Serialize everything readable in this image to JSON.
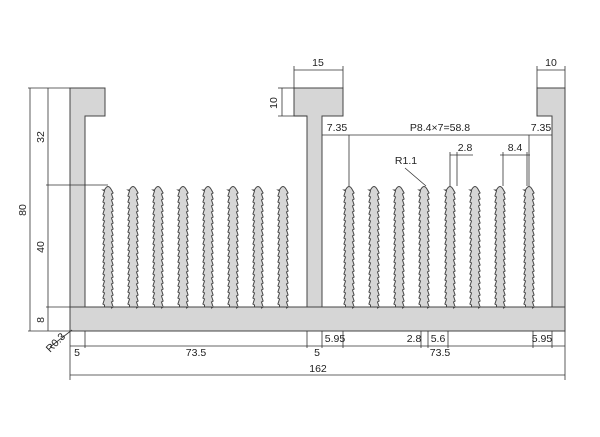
{
  "colors": {
    "profile_fill": "#d6d6d6",
    "profile_stroke": "#444444",
    "line": "#333333",
    "background": "#ffffff"
  },
  "dimensions": {
    "overall_width": "162",
    "left_bay_width": "73.5",
    "right_bay_width": "73.5",
    "left_wall": "5",
    "center_wall": "5",
    "height_total": "80",
    "height_upper": "32",
    "height_fin": "40",
    "base_thickness": "8",
    "center_cap_width": "15",
    "center_cap_height": "10",
    "right_cap_width": "10",
    "pitch_note": "P8.4×7=58.8",
    "left_offset": "7.35",
    "right_offset": "7.35",
    "fin_thickness_top": "2.8",
    "fin_pitch": "8.4",
    "fin_radius": "R1.1",
    "bottom_fin_width": "2.8",
    "bottom_gap": "5.6",
    "bottom_left_offset": "5.95",
    "bottom_right_offset": "5.95",
    "corner_radius": "R0.3"
  }
}
